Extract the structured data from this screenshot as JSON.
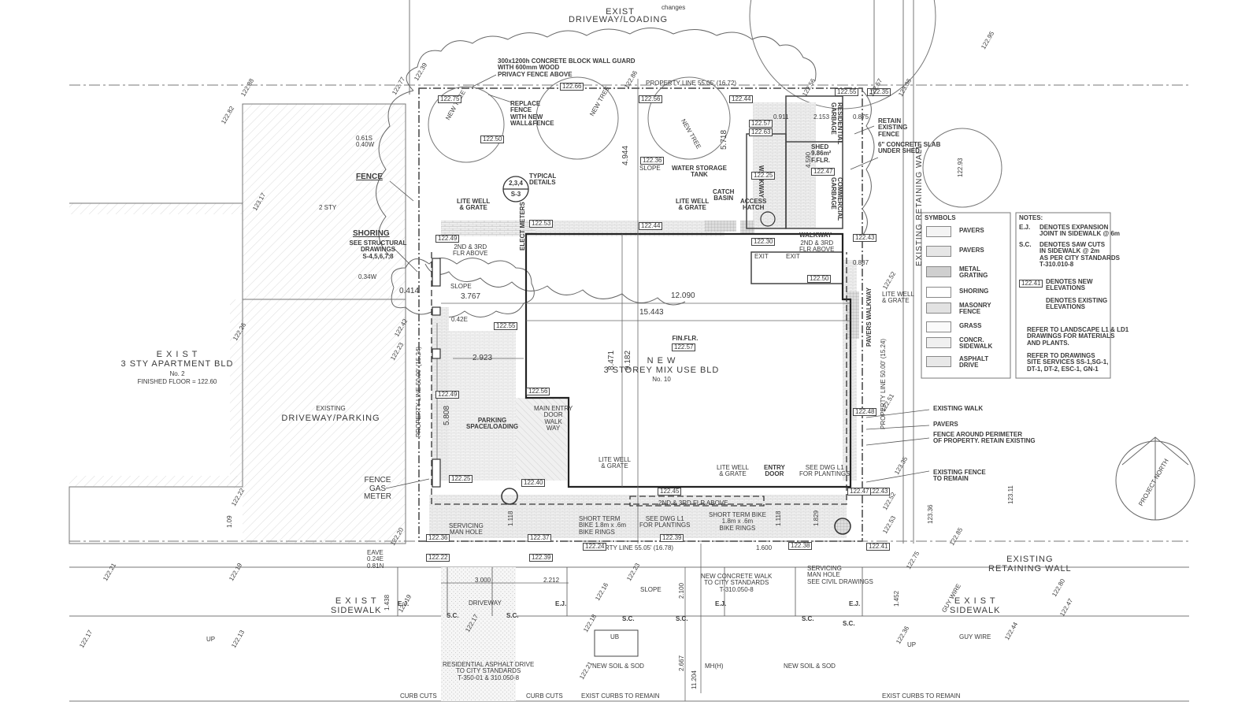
{
  "driveway_top": {
    "exist": "EXIST",
    "label": "DRIVEWAY/LOADING",
    "small": "changes"
  },
  "building": {
    "title": "N E W",
    "name": "3 STOREY MIX USE BLD",
    "number": "No. 10",
    "fin_flr_label": "FIN.FLR.",
    "fin_flr_value": "122.57"
  },
  "left_building": {
    "exist": "E X I S T",
    "name": "3 STY APARTMENT BLD",
    "number": "No. 2",
    "finished_floor": "FINISHED FLOOR = 122.60",
    "storeys": "2 STY"
  },
  "left_driveway": {
    "line1": "EXISTING",
    "line2": "DRIVEWAY/PARKING"
  },
  "dimensions": {
    "d12090": "12.090",
    "d15443": "15.443",
    "d8471": "8.471",
    "d9182": "9.182",
    "d3767": "3.767",
    "d2923": "2.923",
    "d5808": "5.808",
    "d0414": "0.414",
    "d4944": "4.944",
    "d5718": "5.718",
    "d0911": "0.911",
    "d2153": "2.153",
    "d0875": "0.875",
    "d4590": "4.590",
    "d0887": "0.887",
    "d1118a": "1.118",
    "d1118b": "1.118",
    "d1829": "1.829",
    "d1600": "1.600",
    "d3000": "3.000",
    "d2212": "2.212",
    "d2100": "2.100",
    "d2667": "2.667",
    "d11204": "11.204",
    "d1438": "1.438",
    "d1452": "1.452",
    "d109": "1.09",
    "d0426": "0.42E"
  },
  "labels": {
    "block_wall": "300x1200h CONCRETE BLOCK WALL GUARD\nWITH 600mm WOOD\nPRIVACY FENCE ABOVE",
    "replace_fence": "REPLACE\nFENCE\nWITH NEW\nWALL&FENCE",
    "fence": "FENCE",
    "offset_top": "0.61S\n0.40W",
    "shoring": "SHORING",
    "shoring_sub": "SEE STRUCTURAL\nDRAWINGS\nS-4,5,6,7,8",
    "offset_034": "0.34W",
    "typical_details": "TYPICAL\nDETAILS",
    "detail_ref": "2,3,4",
    "detail_sheet": "S-3",
    "lite_well_1": "LITE WELL\n& GRATE",
    "lite_well_2": "LITE WELL\n& GRATE",
    "water_storage": "WATER STORAGE\nTANK",
    "catch_basin": "CATCH\nBASIN",
    "access_hatch": "ACCESS\nHATCH",
    "walkway": "WALKWAY",
    "walkway_flr": "2ND & 3RD\nFLR ABOVE",
    "flr_above_left": "2ND & 3RD\nFLR ABOVE",
    "shed": "SHED\n9.86m²",
    "ffl": "F.FLR.",
    "residential_garbage": "RESIDENTIAL\nGARBAGE",
    "commercial_garbage": "COMMERCIAL\nGARBAGE",
    "retain_fence": "RETAIN\nEXISTING\nFENCE",
    "concrete_slab": "6\" CONCRETE SLAB\nUNDER SHED",
    "walkway_v": "WALKWAY",
    "elect_meters": "ELECT METERS",
    "exit": "EXIT",
    "parking": "PARKING\nSPACE/LOADING",
    "main_entry": "MAIN ENTRY\nDOOR\nWALK\nWAY",
    "lite_well_3": "LITE WELL\n& GRATE",
    "lite_well_4": "LITE WELL\n& GRATE",
    "entry_door": "ENTRY\nDOOR",
    "see_l1_a": "SEE DWG L1\nFOR PLANTINGS",
    "flr_above_bottom": "2ND & 3RD FLR ABOVE",
    "see_l1_b": "SEE DWG L1\nFOR PLANTINGS",
    "bike_1": "SHORT TERM\nBIKE 1.8m x .6m\nBIKE RINGS",
    "bike_2": "SHORT TERM BIKE\n1.8m x .6m\nBIKE RINGS",
    "pavers_walkway": "PAVERS WALKWAY",
    "lite_well_5": "LITE WELL\n& GRATE",
    "fence_gas": "FENCE\nGAS\nMETER",
    "servicing_mh_1": "SERVICING\nMAN HOLE",
    "servicing_mh_2": "SERVICING\nMAN HOLE\nSEE CIVIL DRAWINGS",
    "eave": "EAVE\n0.24E\n0.81N",
    "driveway_small": "DRIVEWAY",
    "new_concrete_walk": "NEW CONCRETE WALK\nTO CITY STANDARDS\nT-310.050-8",
    "residential_asphalt": "RESIDENTIAL ASPHALT DRIVE\nTO CITY STANDARDS\nT-350-01 & 310.050-8",
    "new_soil_1": "NEW SOIL & SOD",
    "new_soil_2": "NEW SOIL & SOD",
    "curb_cuts_1": "CURB CUTS",
    "curb_cuts_2": "CURB CUTS",
    "exist_curbs_1": "EXIST CURBS TO REMAIN",
    "exist_curbs_2": "EXIST CURBS TO REMAIN",
    "exist_sidewalk_l": "E X I S T\nSIDEWALK",
    "exist_sidewalk_r": "E X I S T\nSIDEWALK",
    "existing_retaining_h": "EXISTING\nRETAINING WALL",
    "existing_retaining_v": "EXISTING RETAINING WALL",
    "guy_wire_1": "GUY WIRE",
    "guy_wire_2": "GUY WIRE",
    "ub": "UB",
    "mh": "MH(H)",
    "up_l": "UP",
    "up_r": "UP",
    "ej": "E.J.",
    "sc": "S.C.",
    "property_line_top": "PROPERTY LINE 55.05' (16.72)",
    "property_line_bottom": "PROPERTY LINE 55.05' (16.78)",
    "property_line_left": "PROPERTY LINE 50.00' (15.24)",
    "property_line_right": "PROPERTY LINE 50.00' (15.24)",
    "existing_walk": "EXISTING WALK",
    "pavers_pt": "PAVERS",
    "fence_perimeter": "FENCE AROUND PERIMETER\nOF PROPERTY. RETAIN EXISTING",
    "existing_fence": "EXISTING FENCE\nTO REMAIN",
    "project_north": "PROJECT NORTH",
    "slope": "SLOPE",
    "new_tree": "NEW TREE"
  },
  "spot_elevations": [
    "122.75",
    "122.50",
    "122.56",
    "122.44",
    "122.57",
    "122.63",
    "122.47",
    "122.35",
    "122.53",
    "122.44",
    "122.49",
    "122.55",
    "122.49",
    "122.56",
    "122.40",
    "122.45",
    "122.39",
    "122.37",
    "122.24",
    "122.22",
    "122.41",
    "122.39",
    "122.30",
    "122.36",
    "122.25",
    "122.38",
    "122.50",
    "122.43",
    "122.47",
    "122.48",
    "122.66",
    "122.36",
    "122.25",
    "122.55",
    "122.43"
  ],
  "existing_elevations": [
    "122.82",
    "122.88",
    "122.39",
    "122.77",
    "122.56",
    "122.86",
    "122.95",
    "122.57",
    "123.36",
    "122.93",
    "122.26",
    "122.23",
    "122.42",
    "122.20",
    "122.21",
    "122.19",
    "122.17",
    "122.13",
    "122.22",
    "122.16",
    "122.18",
    "122.21",
    "122.23",
    "122.36",
    "122.52",
    "122.53",
    "122.85",
    "122.75",
    "122.80",
    "122.47",
    "122.44",
    "122.19",
    "122.17",
    "123.35",
    "123.11",
    "123.36",
    "122.51",
    "122.52",
    "123.17"
  ],
  "symbols": {
    "title": "SYMBOLS",
    "items": [
      "PAVERS",
      "PAVERS",
      "METAL\nGRATING",
      "SHORING",
      "MASONRY\nFENCE",
      "GRASS",
      "CONCR.\nSIDEWALK",
      "ASPHALT\nDRIVE"
    ]
  },
  "notes": {
    "title": "NOTES:",
    "items": [
      {
        "key": "E.J.",
        "text": "DENOTES EXPANSION\nJOINT IN SIDEWALK @ 6m"
      },
      {
        "key": "S.C.",
        "text": "DENOTES SAW CUTS\nIN SIDEWALK @ 2m\nAS PER CITY STANDARDS\nT-310.010-8"
      },
      {
        "key": "122.41",
        "text": "DENOTES NEW\nELEVATIONS"
      },
      {
        "key": "",
        "text": "DENOTES EXISTING\nELEVATIONS"
      }
    ],
    "refer_1": "REFER TO LANDSCAPE L1 & LD1\nDRAWINGS FOR MATERIALS\nAND PLANTS.",
    "refer_2": "REFER TO DRAWINGS\nSITE SERVICES SS-1,SG-1,\nDT-1, DT-2, ESC-1, GN-1"
  },
  "colors": {
    "line": "#555555",
    "heavy": "#333333",
    "hatch": "#8a8a8a",
    "paper": "#ffffff"
  }
}
